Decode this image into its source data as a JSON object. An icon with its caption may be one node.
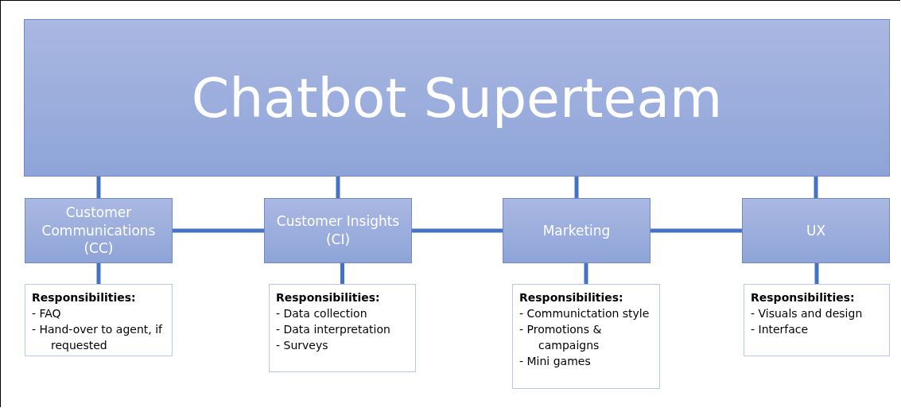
{
  "diagram": {
    "nodes": [
      {
        "text": [
          "Chatbot Superteam"
        ]
      },
      {
        "text": [
          "Customer Communications (CC)"
        ]
      },
      {
        "text": [
          "Customer Insights (CI)"
        ]
      },
      {
        "text": [
          "Marketing"
        ]
      },
      {
        "text": [
          "UX"
        ]
      },
      {
        "text": [
          "Responsibilities:",
          "- FAQ",
          "- Hand-over to agent, if requested"
        ]
      },
      {
        "text": [
          "Responsibilities:",
          "- Data collection",
          "- Data interpretation",
          "- Surveys"
        ]
      },
      {
        "text": [
          "Responsibilities:",
          "- Communictation style",
          "- Promotions & campaigns",
          "- Mini games"
        ]
      },
      {
        "text": [
          "Responsibilities:",
          "- Visuals and design",
          "- Interface"
        ]
      }
    ],
    "edges": [
      {
        "from": 0,
        "to": 1,
        "arrow": "none"
      },
      {
        "from": 0,
        "to": 2,
        "arrow": "none"
      },
      {
        "from": 0,
        "to": 3,
        "arrow": "none"
      },
      {
        "from": 0,
        "to": 4,
        "arrow": "none"
      },
      {
        "from": 1,
        "to": 2,
        "arrow": "none"
      },
      {
        "from": 2,
        "to": 3,
        "arrow": "none"
      },
      {
        "from": 3,
        "to": 4,
        "arrow": "none"
      },
      {
        "from": 1,
        "to": 5,
        "arrow": "none"
      },
      {
        "from": 2,
        "to": 6,
        "arrow": "none"
      },
      {
        "from": 3,
        "to": 7,
        "arrow": "none"
      },
      {
        "from": 4,
        "to": 8,
        "arrow": "none"
      }
    ]
  }
}
